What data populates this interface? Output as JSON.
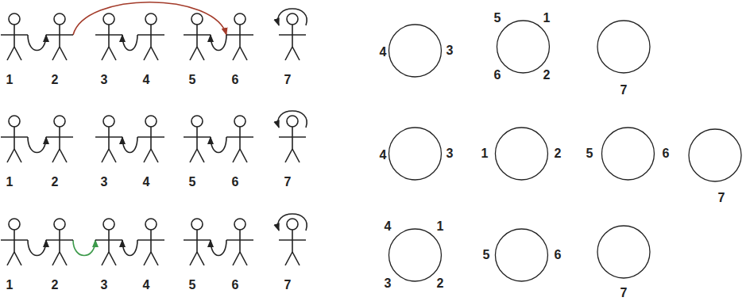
{
  "diagram": {
    "nodes": [
      {
        "text": [
          "1"
        ]
      },
      {
        "text": [
          "2"
        ]
      },
      {
        "text": [
          "3"
        ]
      },
      {
        "text": [
          "4"
        ]
      },
      {
        "text": [
          "5"
        ]
      },
      {
        "text": [
          "6"
        ]
      },
      {
        "text": [
          "7"
        ]
      },
      {
        "text": [
          "4",
          "3"
        ]
      },
      {
        "text": [
          "5",
          "1",
          "6",
          "2"
        ]
      },
      {
        "text": [
          "7"
        ]
      },
      {
        "text": [
          "1"
        ]
      },
      {
        "text": [
          "2"
        ]
      },
      {
        "text": [
          "3"
        ]
      },
      {
        "text": [
          "4"
        ]
      },
      {
        "text": [
          "5"
        ]
      },
      {
        "text": [
          "6"
        ]
      },
      {
        "text": [
          "7"
        ]
      },
      {
        "text": [
          "4",
          "3"
        ]
      },
      {
        "text": [
          "1",
          "2"
        ]
      },
      {
        "text": [
          "5",
          "6"
        ]
      },
      {
        "text": [
          "7"
        ]
      },
      {
        "text": [
          "1"
        ]
      },
      {
        "text": [
          "2"
        ]
      },
      {
        "text": [
          "3"
        ]
      },
      {
        "text": [
          "4"
        ]
      },
      {
        "text": [
          "5"
        ]
      },
      {
        "text": [
          "6"
        ]
      },
      {
        "text": [
          "7"
        ]
      },
      {
        "text": [
          "4",
          "1",
          "3",
          "2"
        ]
      },
      {
        "text": [
          "5",
          "6"
        ]
      },
      {
        "text": [
          "7"
        ]
      }
    ],
    "edges": [
      {
        "from": 0,
        "to": 1,
        "arrow": "to"
      },
      {
        "from": 1,
        "to": 5,
        "arrow": "to"
      },
      {
        "from": 3,
        "to": 2,
        "arrow": "to"
      },
      {
        "from": 5,
        "to": 4,
        "arrow": "to"
      },
      {
        "from": 6,
        "to": 6,
        "arrow": "to"
      },
      {
        "from": 10,
        "to": 11,
        "arrow": "to"
      },
      {
        "from": 13,
        "to": 12,
        "arrow": "to"
      },
      {
        "from": 15,
        "to": 14,
        "arrow": "to"
      },
      {
        "from": 16,
        "to": 16,
        "arrow": "to"
      },
      {
        "from": 21,
        "to": 22,
        "arrow": "to"
      },
      {
        "from": 22,
        "to": 23,
        "arrow": "to"
      },
      {
        "from": 24,
        "to": 23,
        "arrow": "to"
      },
      {
        "from": 26,
        "to": 25,
        "arrow": "to"
      },
      {
        "from": 27,
        "to": 27,
        "arrow": "to"
      }
    ]
  }
}
